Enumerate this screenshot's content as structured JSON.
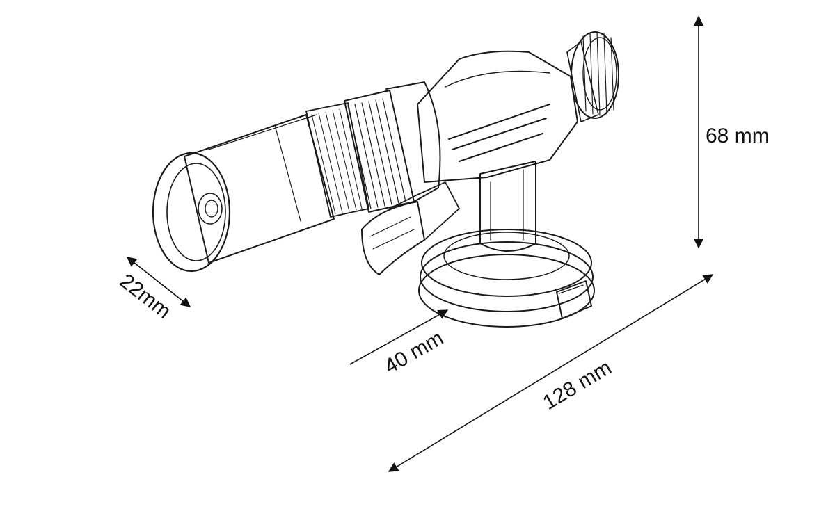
{
  "dimensions": {
    "height": "68 mm",
    "nozzle_diameter": "22mm",
    "base_depth": "40 mm",
    "length": "128 mm"
  },
  "colors": {
    "ink": "#111111",
    "paper": "#ffffff"
  }
}
